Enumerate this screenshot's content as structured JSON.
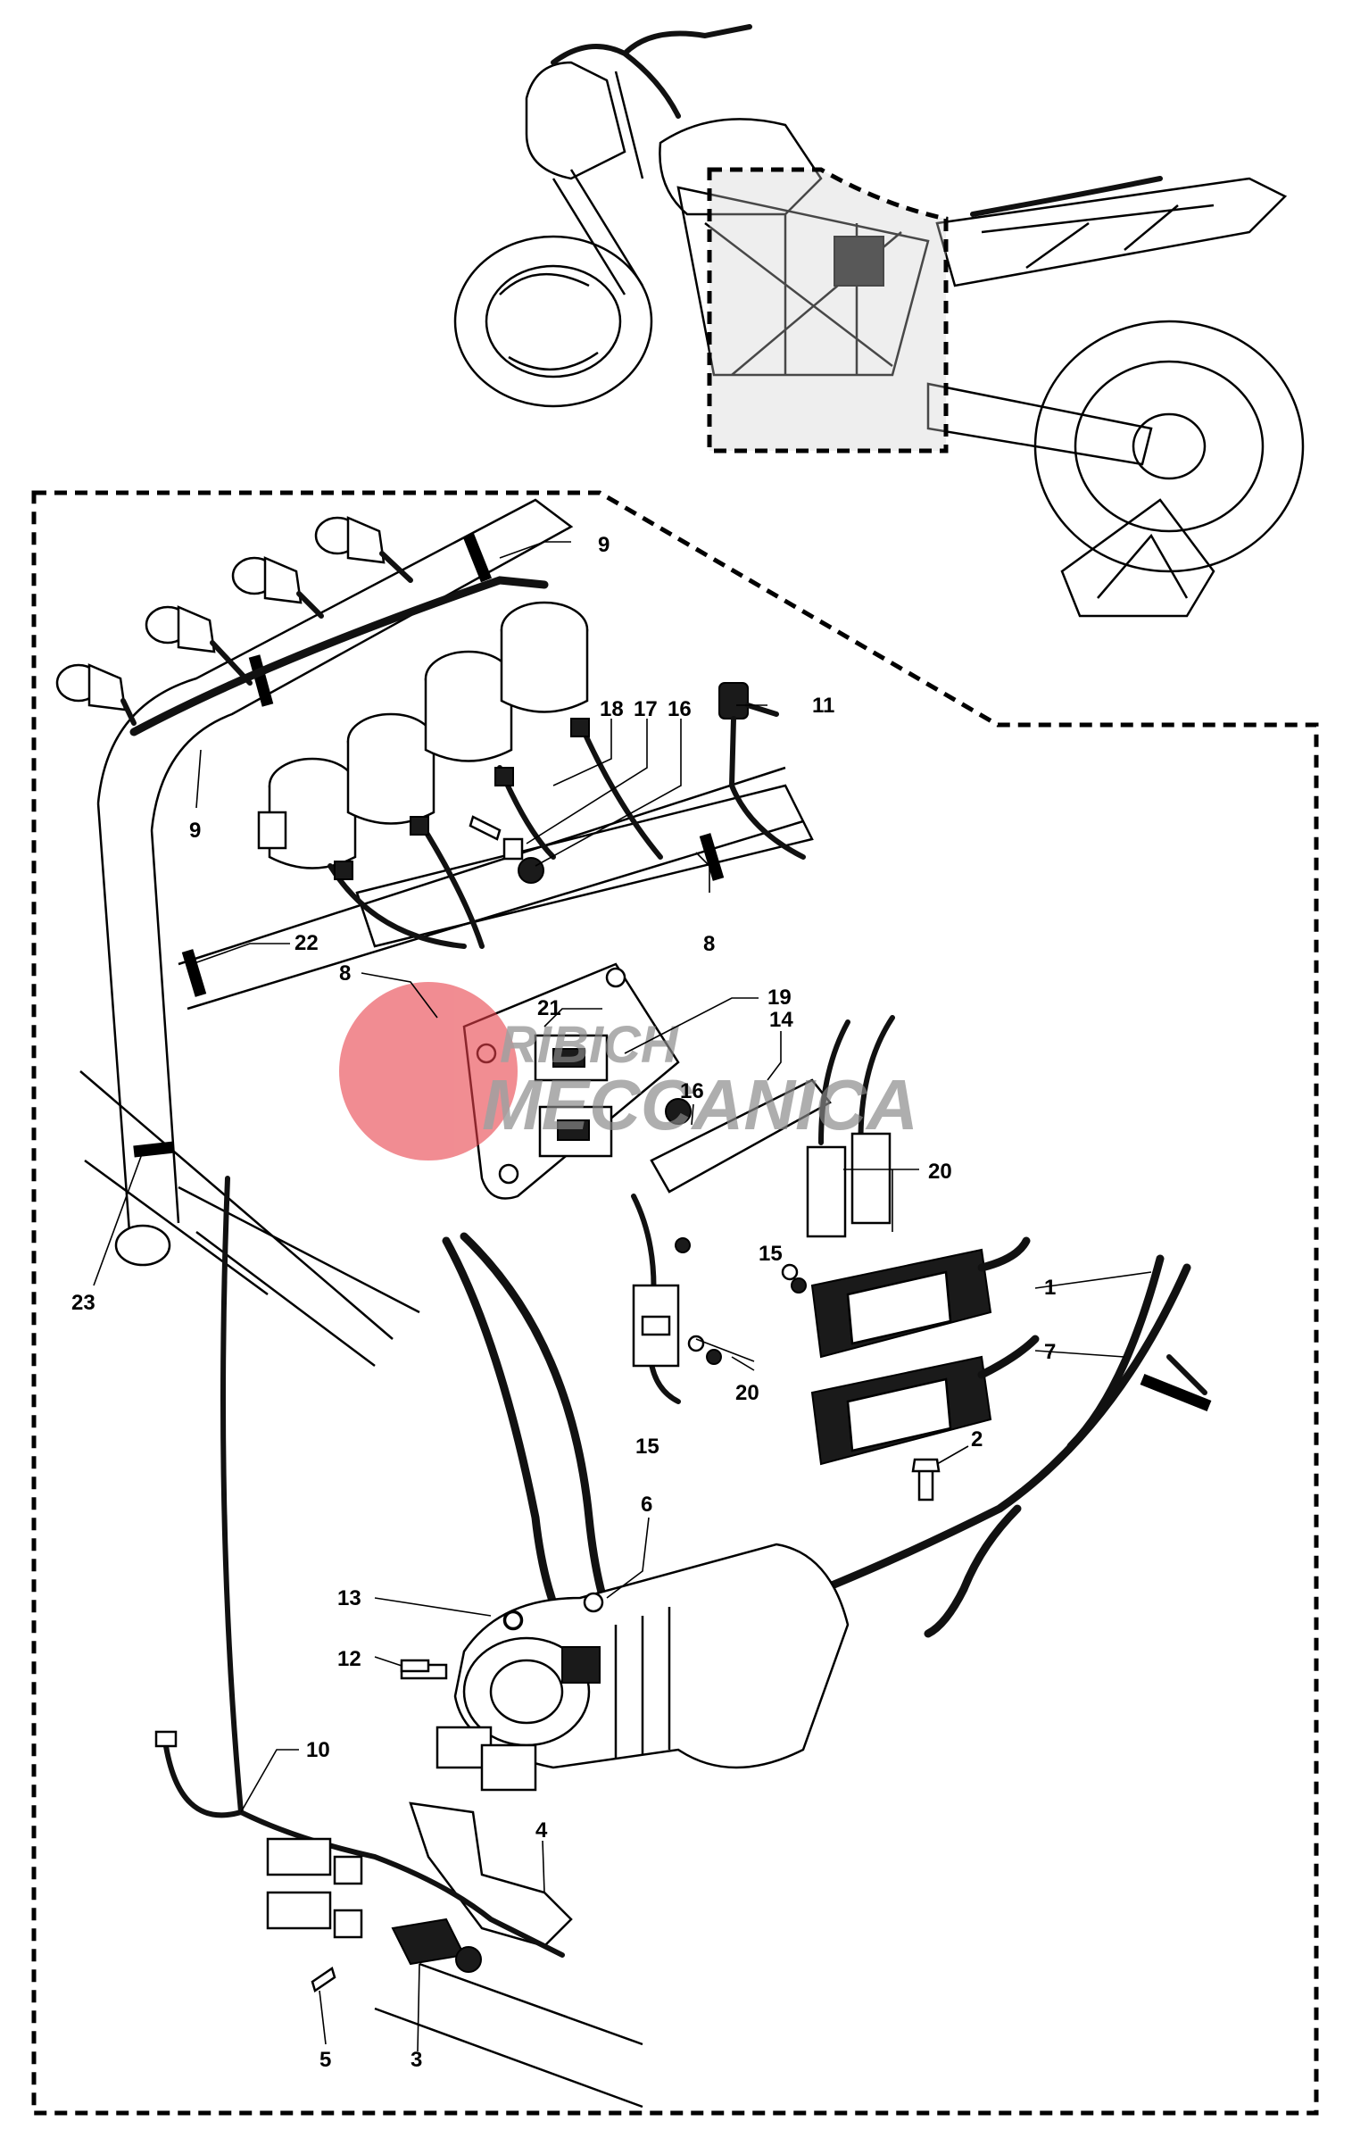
{
  "watermark": {
    "line1": "RIBICH",
    "line2": "MECCANICA",
    "circle_color": "#e8404a",
    "text_color": "#888888"
  },
  "callouts": [
    {
      "id": "1",
      "label": "1"
    },
    {
      "id": "2",
      "label": "2"
    },
    {
      "id": "3",
      "label": "3"
    },
    {
      "id": "4",
      "label": "4"
    },
    {
      "id": "5",
      "label": "5"
    },
    {
      "id": "6",
      "label": "6"
    },
    {
      "id": "7",
      "label": "7"
    },
    {
      "id": "8a",
      "label": "8"
    },
    {
      "id": "8b",
      "label": "8"
    },
    {
      "id": "9a",
      "label": "9"
    },
    {
      "id": "9b",
      "label": "9"
    },
    {
      "id": "10",
      "label": "10"
    },
    {
      "id": "11",
      "label": "11"
    },
    {
      "id": "12",
      "label": "12"
    },
    {
      "id": "13",
      "label": "13"
    },
    {
      "id": "14",
      "label": "14"
    },
    {
      "id": "15a",
      "label": "15"
    },
    {
      "id": "15b",
      "label": "15"
    },
    {
      "id": "16a",
      "label": "16"
    },
    {
      "id": "16b",
      "label": "16"
    },
    {
      "id": "17",
      "label": "17"
    },
    {
      "id": "18",
      "label": "18"
    },
    {
      "id": "19",
      "label": "19"
    },
    {
      "id": "20a",
      "label": "20"
    },
    {
      "id": "20b",
      "label": "20"
    },
    {
      "id": "21",
      "label": "21"
    },
    {
      "id": "22",
      "label": "22"
    },
    {
      "id": "23",
      "label": "23"
    }
  ]
}
